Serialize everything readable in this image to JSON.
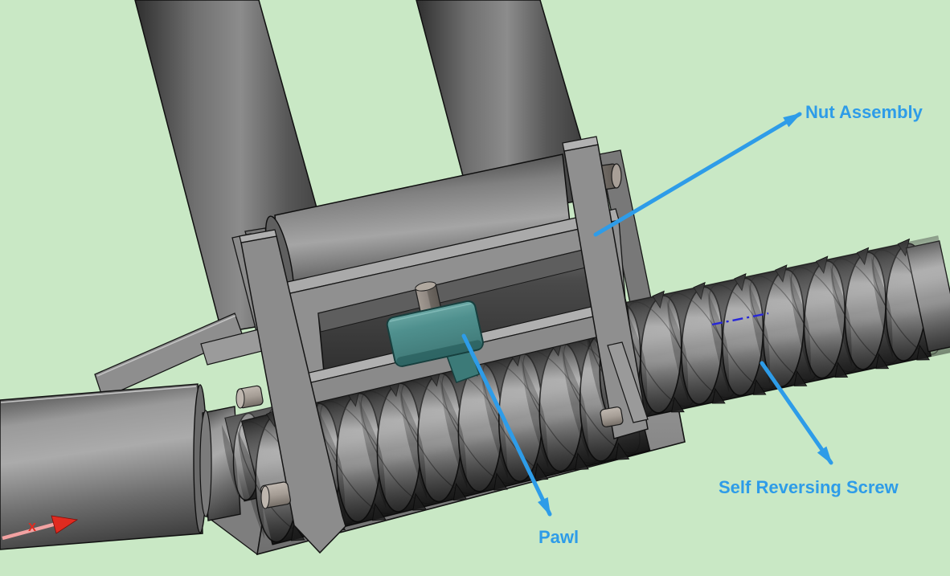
{
  "annotations": {
    "nut_assembly": "Nut Assembly",
    "self_reversing_screw": "Self Reversing Screw",
    "pawl": "Pawl",
    "axis_x": "X"
  },
  "colors": {
    "background": "#c9e8c5",
    "annotation_blue": "#2e9ce8",
    "centerline_blue": "#2727d8",
    "axis_red": "#e02b20",
    "axis_pink": "#f2a2a2",
    "pawl_teal": "#4f908e",
    "pawl_teal_dark": "#2d6361",
    "metal_light": "#a8a8a8",
    "metal_mid": "#8c8c8c",
    "metal_dark": "#4a4a4a",
    "edge_black": "#141414"
  }
}
